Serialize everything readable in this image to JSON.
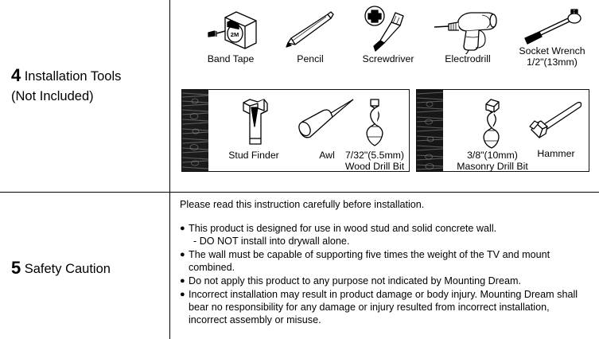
{
  "document": {
    "type": "instruction-manual-page",
    "sections": [
      {
        "number": "4",
        "title": "Installation Tools",
        "subtitle": "(Not Included)"
      },
      {
        "number": "5",
        "title": "Safety Caution"
      }
    ]
  },
  "tools": {
    "row1": [
      {
        "icon": "tape-measure-icon",
        "label": "Band Tape",
        "label2": "",
        "badge": "2M"
      },
      {
        "icon": "pencil-icon",
        "label": "Pencil",
        "label2": ""
      },
      {
        "icon": "screwdriver-icon",
        "label": "Screwdriver",
        "label2": ""
      },
      {
        "icon": "electric-drill-icon",
        "label": "Electrodrill",
        "label2": ""
      },
      {
        "icon": "socket-wrench-icon",
        "label": "Socket Wrench",
        "label2": "1/2\"(13mm)"
      }
    ],
    "wood_panel": [
      {
        "icon": "stud-finder-icon",
        "label": "Stud Finder",
        "label2": ""
      },
      {
        "icon": "awl-icon",
        "label": "Awl",
        "label2": ""
      },
      {
        "icon": "wood-drill-bit-icon",
        "label": "7/32\"(5.5mm)",
        "label2": "Wood Drill Bit"
      }
    ],
    "masonry_panel": [
      {
        "icon": "masonry-drill-bit-icon",
        "label": "3/8\"(10mm)",
        "label2": "Masonry Drill Bit"
      },
      {
        "icon": "hammer-icon",
        "label": "Hammer",
        "label2": ""
      }
    ]
  },
  "safety": {
    "lead": "Please read this instruction carefully before installation.",
    "bullet_char": "●",
    "items": [
      {
        "text": "This product is designed for use in wood stud and solid concrete wall.",
        "sub": "- DO NOT install into drywall alone."
      },
      {
        "text": "The wall must be capable of supporting five times the weight of the TV and mount combined.",
        "sub": ""
      },
      {
        "text": "Do not apply this product to any purpose not indicated by Mounting Dream.",
        "sub": ""
      },
      {
        "text": "Incorrect installation may result in product damage or body injury. Mounting Dream shall bear no responsibility for any damage or injury resulted from incorrect installation, incorrect assembly or misuse.",
        "sub": ""
      }
    ]
  },
  "colors": {
    "ink": "#000000",
    "paper": "#ffffff",
    "rule": "#111111"
  }
}
